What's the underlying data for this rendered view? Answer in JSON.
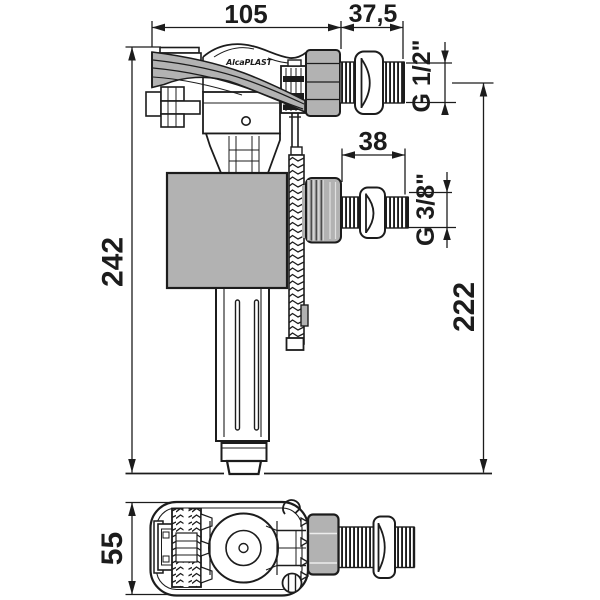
{
  "brand": {
    "logo": "AlcaPLAST"
  },
  "colors": {
    "line": "#1c1c1c",
    "gray_fill": "#b2b2b2",
    "background": "#ffffff"
  },
  "dimensions": {
    "width_top": "105",
    "inlet_protrusion_top": "37,5",
    "thread_size_top": "G 1/2\"",
    "inlet_protrusion_bottom": "38",
    "thread_size_bottom": "G 3/8\"",
    "total_height": "242",
    "inlet_axis_height": "222",
    "body_depth": "55"
  }
}
